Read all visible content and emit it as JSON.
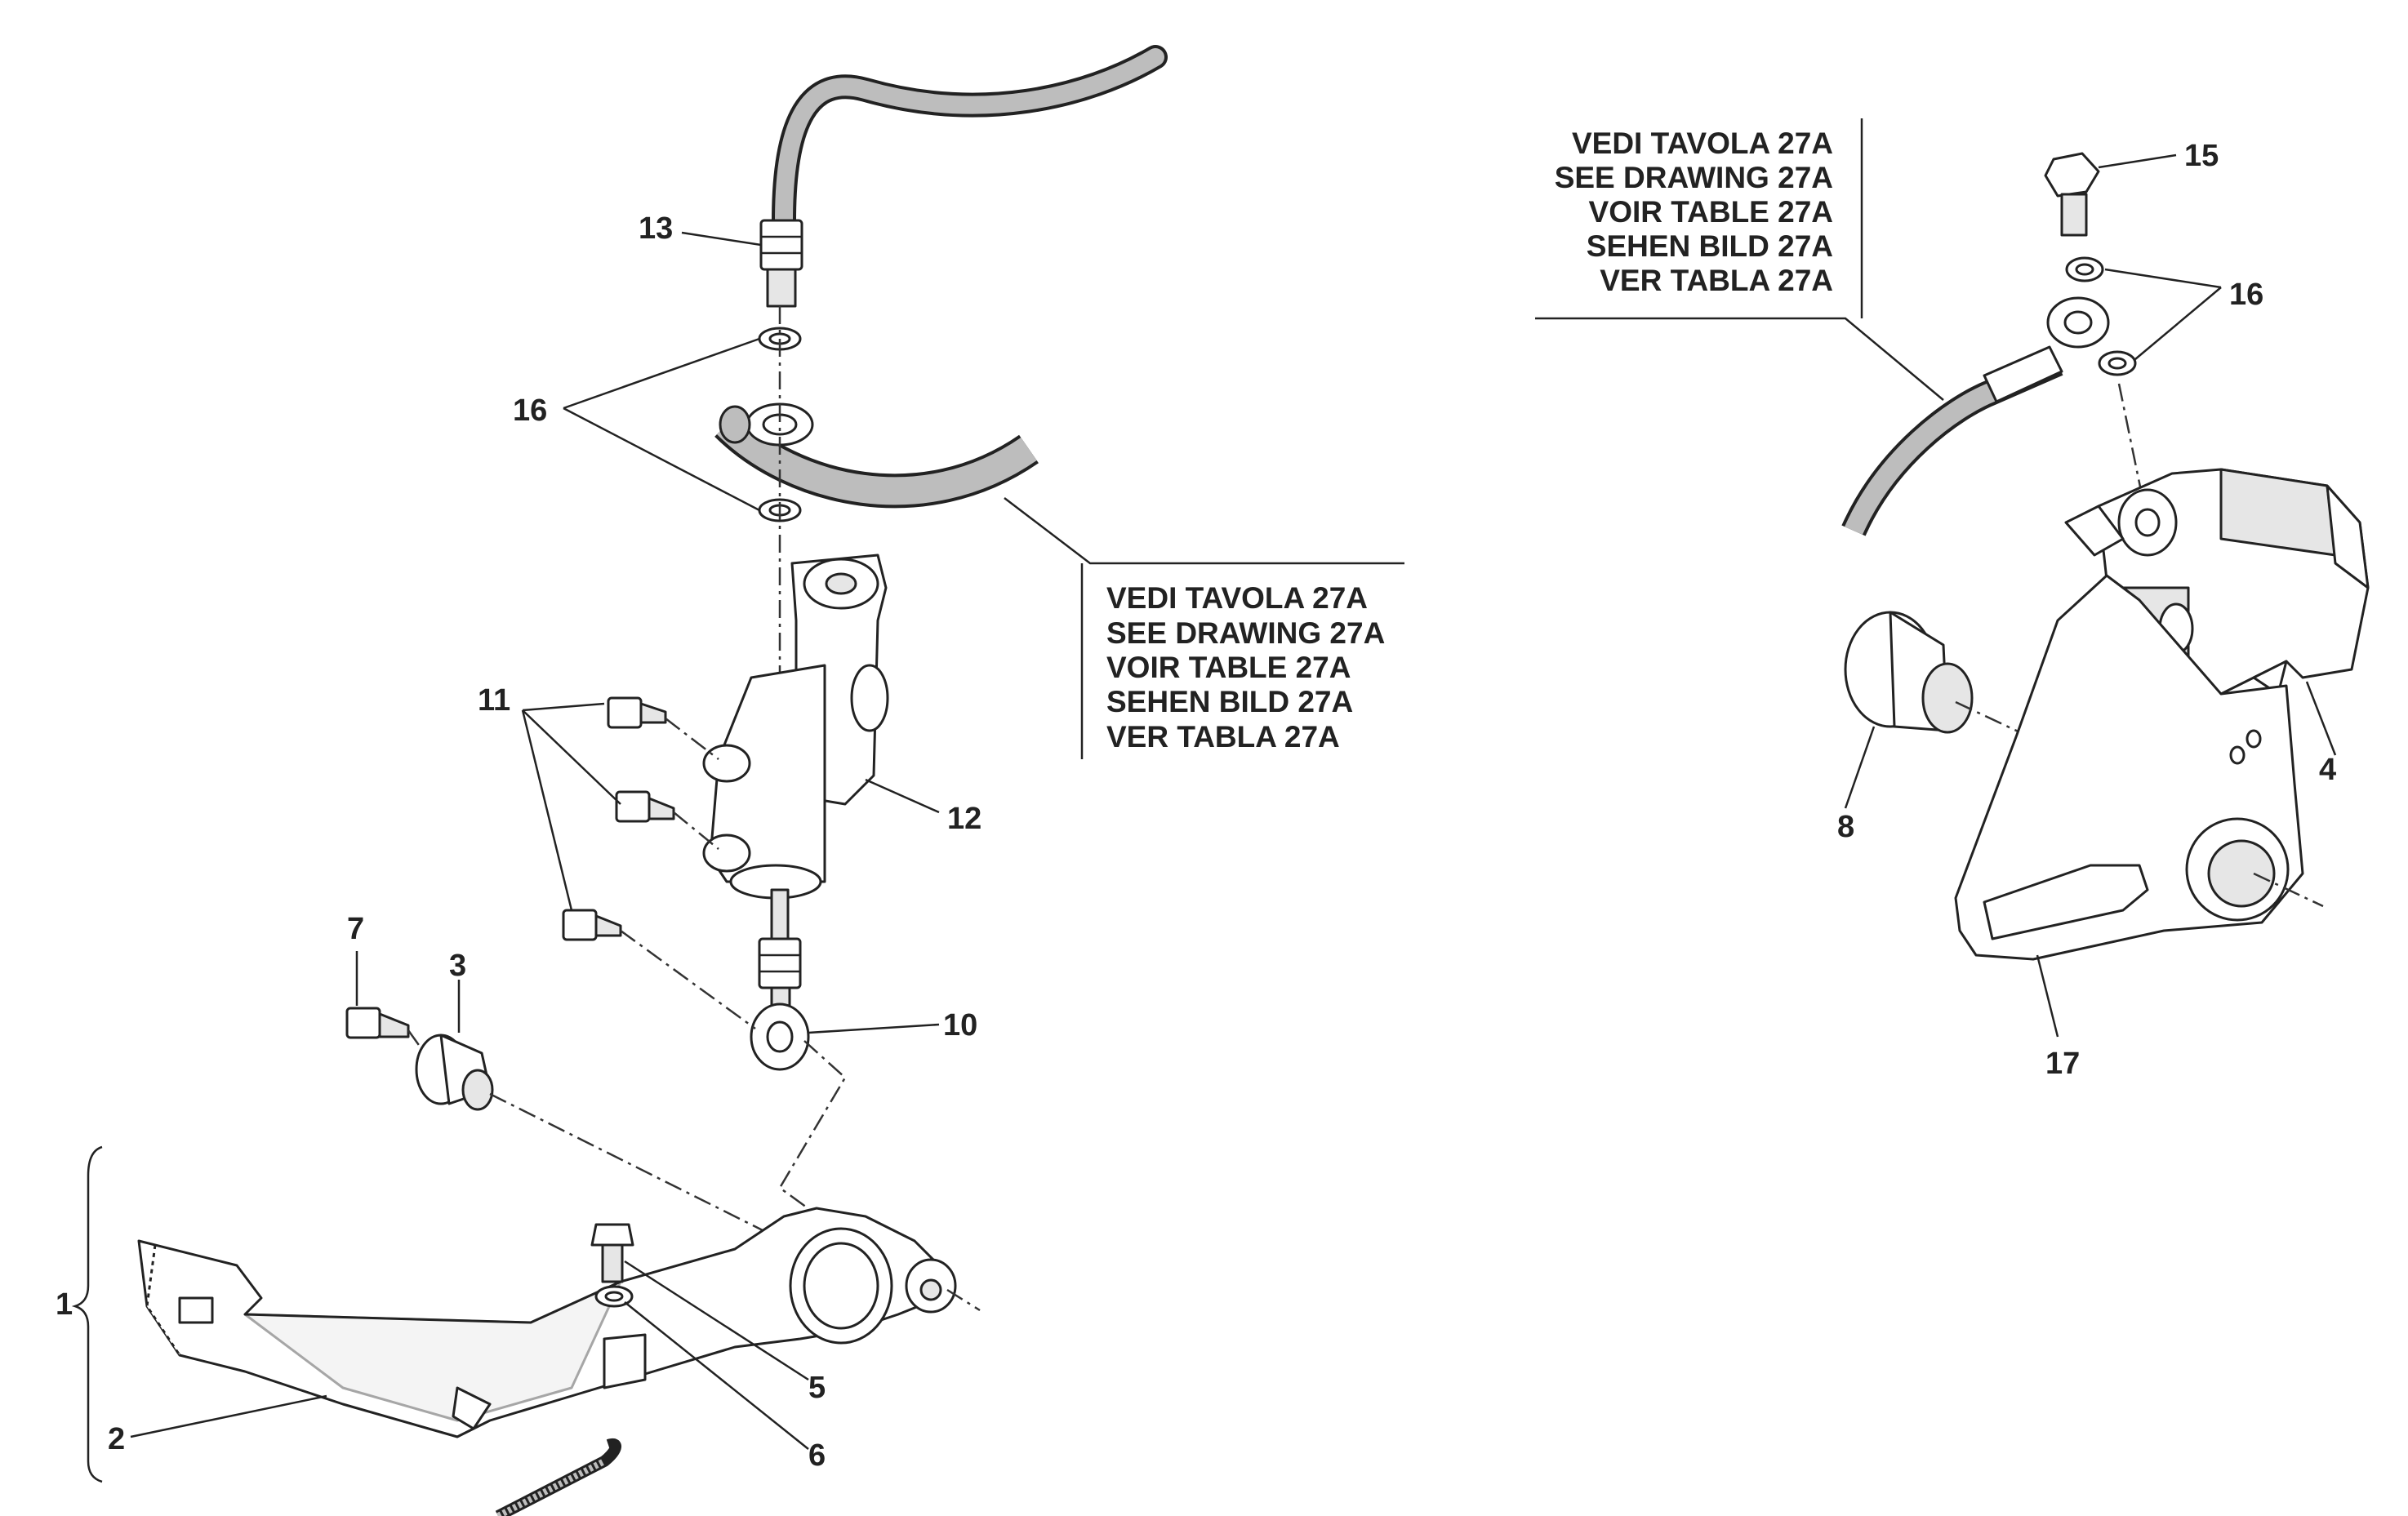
{
  "callouts": [
    {
      "id": "c1",
      "text": "1"
    },
    {
      "id": "c2",
      "text": "2"
    },
    {
      "id": "c3",
      "text": "3"
    },
    {
      "id": "c4",
      "text": "4"
    },
    {
      "id": "c5",
      "text": "5"
    },
    {
      "id": "c6",
      "text": "6"
    },
    {
      "id": "c7",
      "text": "7"
    },
    {
      "id": "c8",
      "text": "8"
    },
    {
      "id": "c10",
      "text": "10"
    },
    {
      "id": "c11",
      "text": "11"
    },
    {
      "id": "c12",
      "text": "12"
    },
    {
      "id": "c13",
      "text": "13"
    },
    {
      "id": "c15",
      "text": "15"
    },
    {
      "id": "c16a",
      "text": "16"
    },
    {
      "id": "c16b",
      "text": "16"
    },
    {
      "id": "c17",
      "text": "17"
    }
  ],
  "reference_note": {
    "lines": [
      "VEDI TAVOLA 27A",
      "SEE DRAWING 27A",
      "VOIR TABLE 27A",
      "SEHEN BILD 27A",
      "VER TABLA 27A"
    ]
  }
}
